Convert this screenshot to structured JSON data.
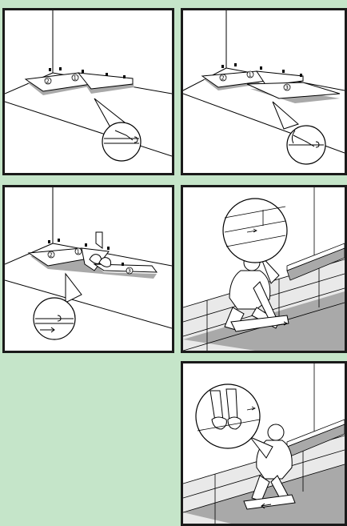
{
  "panels": [
    {
      "id": "step-1",
      "markers": [
        "②",
        "①"
      ]
    },
    {
      "id": "step-2",
      "markers": [
        "②",
        "①",
        "③"
      ]
    },
    {
      "id": "step-3",
      "markers": [
        "②",
        "①",
        "③"
      ]
    },
    {
      "id": "step-4",
      "markers": []
    },
    {
      "id": "step-5",
      "markers": []
    }
  ],
  "colors": {
    "background": "#c5e5c9",
    "panel_border": "#1a1a1a",
    "panel_fill": "#ffffff",
    "plank_shadow": "#a9a9a9"
  }
}
